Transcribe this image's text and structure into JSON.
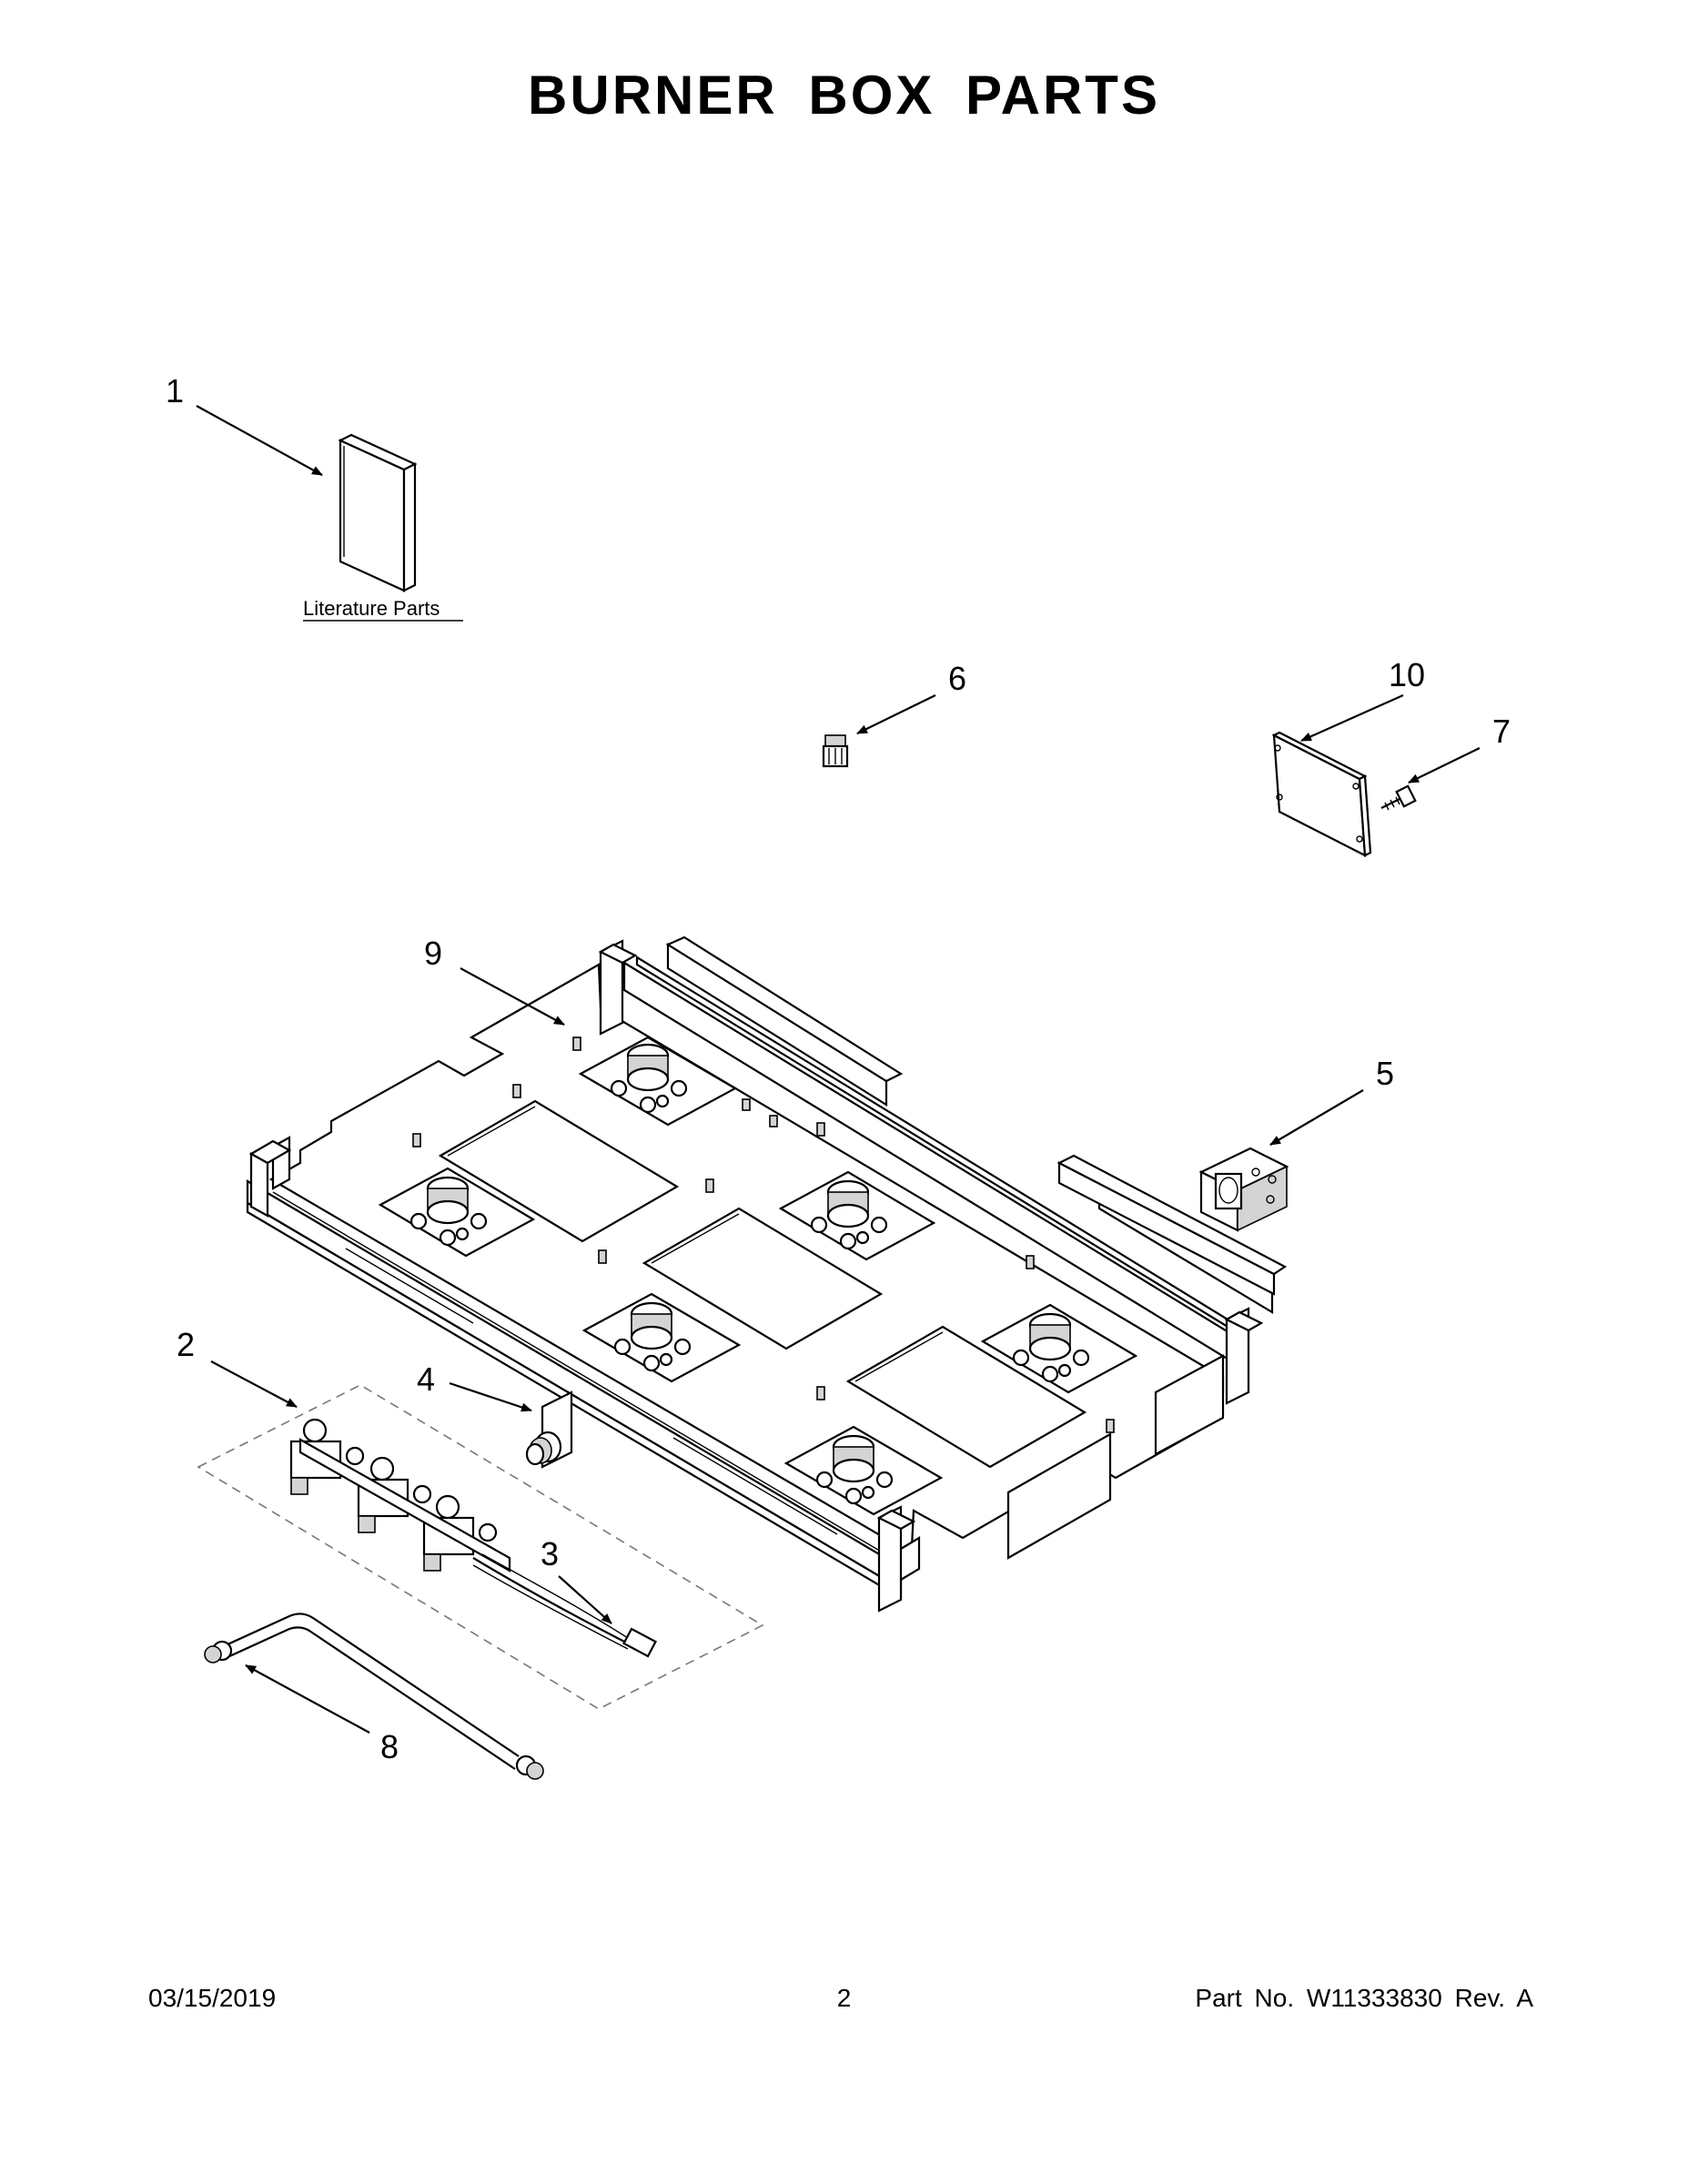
{
  "page": {
    "title": "BURNER BOX PARTS",
    "date": "03/15/2019",
    "page_number": "2",
    "part_number_text": "Part No.  W11333830  Rev.  A"
  },
  "literature_label": "Literature Parts",
  "callouts": [
    "1",
    "2",
    "3",
    "4",
    "5",
    "6",
    "7",
    "8",
    "9",
    "10"
  ]
}
